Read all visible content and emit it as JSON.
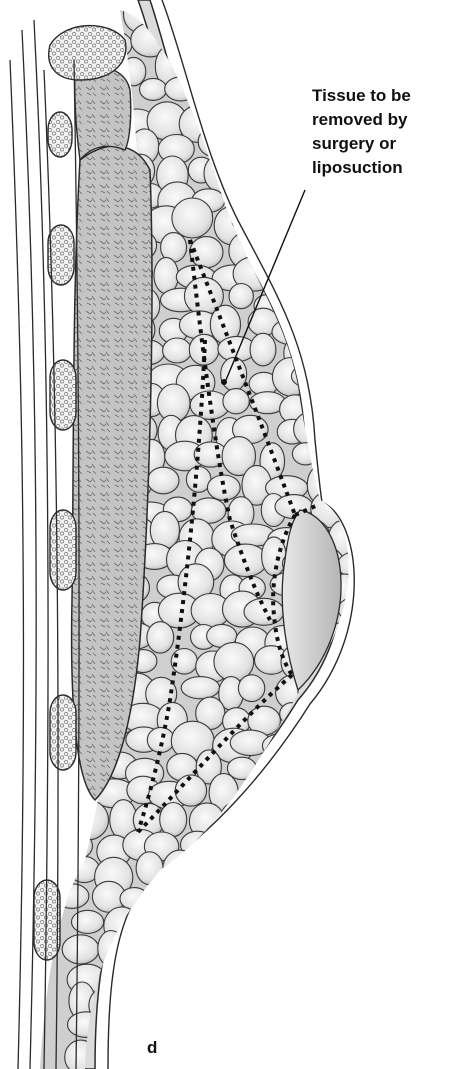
{
  "callout": {
    "lines": [
      "Tissue to be",
      "removed by",
      "surgery or",
      "liposuction"
    ]
  },
  "panel_letter": "d",
  "colors": {
    "outline": "#2a2a2a",
    "fat_lobule_fill": "#e2e2e2",
    "muscle_fill": "#bdbdbd",
    "skin_fill": "#d4d4d4",
    "dotted_line": "#111111"
  },
  "icons": [
    "fat-lobule-icon",
    "bone-segment-icon",
    "muscle-fiber-icon"
  ]
}
